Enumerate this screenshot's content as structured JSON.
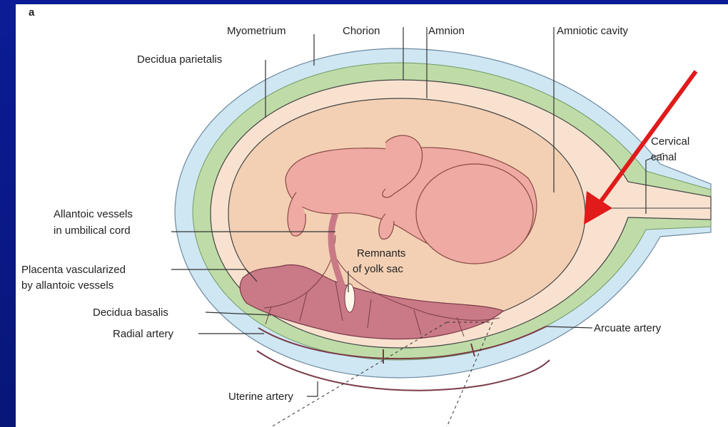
{
  "panel_letter": "a",
  "labels": {
    "myometrium": "Myometrium",
    "chorion": "Chorion",
    "amnion": "Amnion",
    "amniotic_cavity": "Amniotic cavity",
    "decidua_parietalis": "Decidua parietalis",
    "cervical_canal_1": "Cervical",
    "cervical_canal_2": "canal",
    "allantoic_1": "Allantoic vessels",
    "allantoic_2": "in umbilical cord",
    "remnants_1": "Remnants",
    "remnants_2": "of yolk sac",
    "placenta_1": "Placenta vascularized",
    "placenta_2": "by allantoic vessels",
    "decidua_basalis": "Decidua basalis",
    "radial_artery": "Radial artery",
    "arcuate_artery": "Arcuate artery",
    "uterine_artery": "Uterine artery"
  },
  "colors": {
    "background": "#0a1a8c",
    "myometrium": "#cfe6f3",
    "decidua": "#bfdca8",
    "chorion_fill": "#f8e2cf",
    "cavity": "#f3d0b4",
    "placenta": "#c97a86",
    "fetus": "#eeaaa3",
    "arrow": "#e11a1a"
  }
}
